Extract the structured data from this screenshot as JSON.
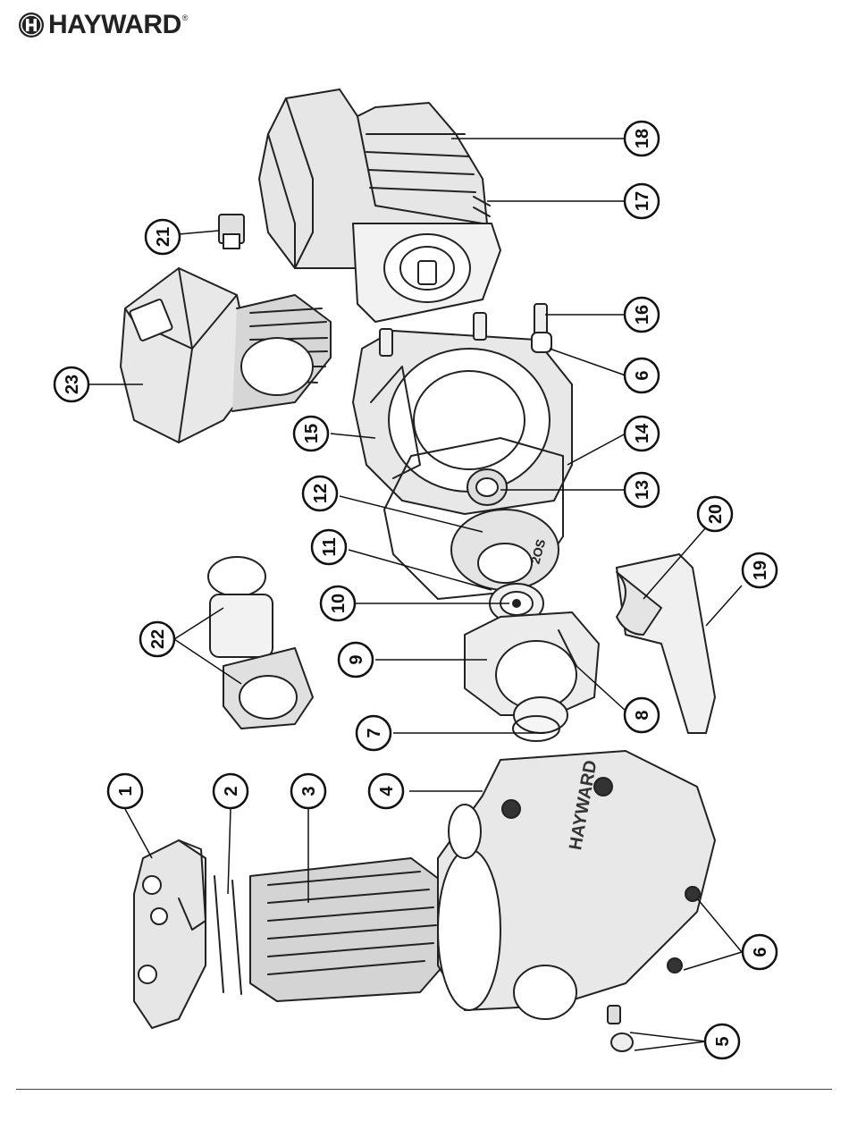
{
  "brand": {
    "name": "HAYWARD",
    "registered_mark": "®"
  },
  "housing_brand_text": "HAYWARD",
  "diffuser_mark_text": "2OS",
  "part_labels": [
    "1",
    "2",
    "3",
    "4",
    "5",
    "6",
    "6",
    "7",
    "8",
    "9",
    "10",
    "11",
    "12",
    "13",
    "14",
    "15",
    "16",
    "17",
    "18",
    "19",
    "20",
    "21",
    "22",
    "23"
  ]
}
